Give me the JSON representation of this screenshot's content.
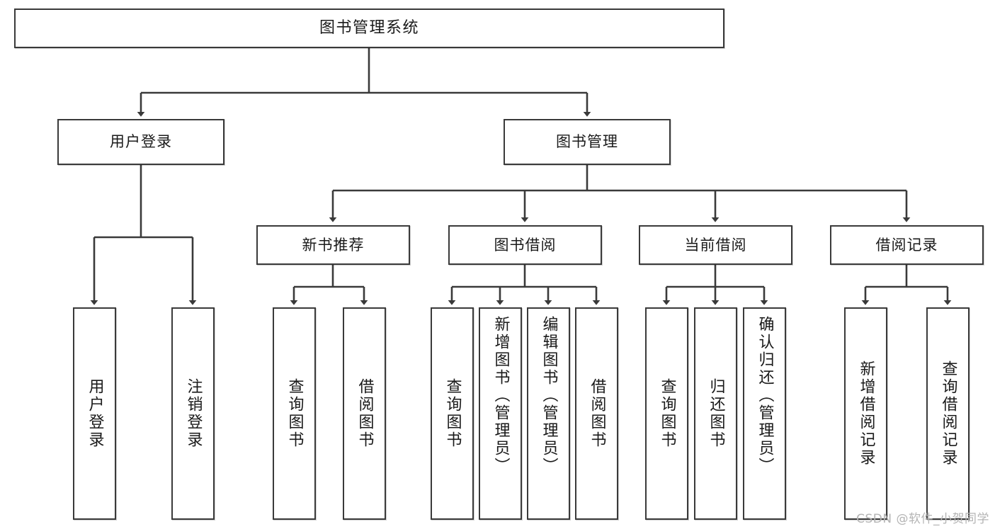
{
  "diagram": {
    "title": "图书管理系统",
    "type": "functional-structure-tree",
    "watermark": "CSDN @软件_小贺同学",
    "colors": {
      "background": "#ffffff",
      "box_border": "#3a3a3a",
      "box_fill": "#ffffff",
      "connector": "#3a3a3a",
      "text": "#1a1a1a",
      "watermark": "#b4b4b4"
    },
    "nodes": {
      "root": {
        "label": "图书管理系统"
      },
      "level2": [
        {
          "label": "用户登录"
        },
        {
          "label": "图书管理"
        }
      ],
      "level3": [
        {
          "label": "新书推荐"
        },
        {
          "label": "图书借阅"
        },
        {
          "label": "当前借阅"
        },
        {
          "label": "借阅记录"
        }
      ],
      "leaves": {
        "user_login": [
          {
            "label": "用户登录"
          },
          {
            "label": "注销登录"
          }
        ],
        "new_book_recommend": [
          {
            "label": "查询图书"
          },
          {
            "label": "借阅图书"
          }
        ],
        "book_borrow": [
          {
            "label": "查询图书"
          },
          {
            "label": "新增图书（管理员）"
          },
          {
            "label": "编辑图书（管理员）"
          },
          {
            "label": "借阅图书"
          }
        ],
        "current_borrow": [
          {
            "label": "查询图书"
          },
          {
            "label": "归还图书"
          },
          {
            "label": "确认归还（管理员）"
          }
        ],
        "borrow_record": [
          {
            "label": "新增借阅记录"
          },
          {
            "label": "查询借阅记录"
          }
        ]
      }
    }
  }
}
